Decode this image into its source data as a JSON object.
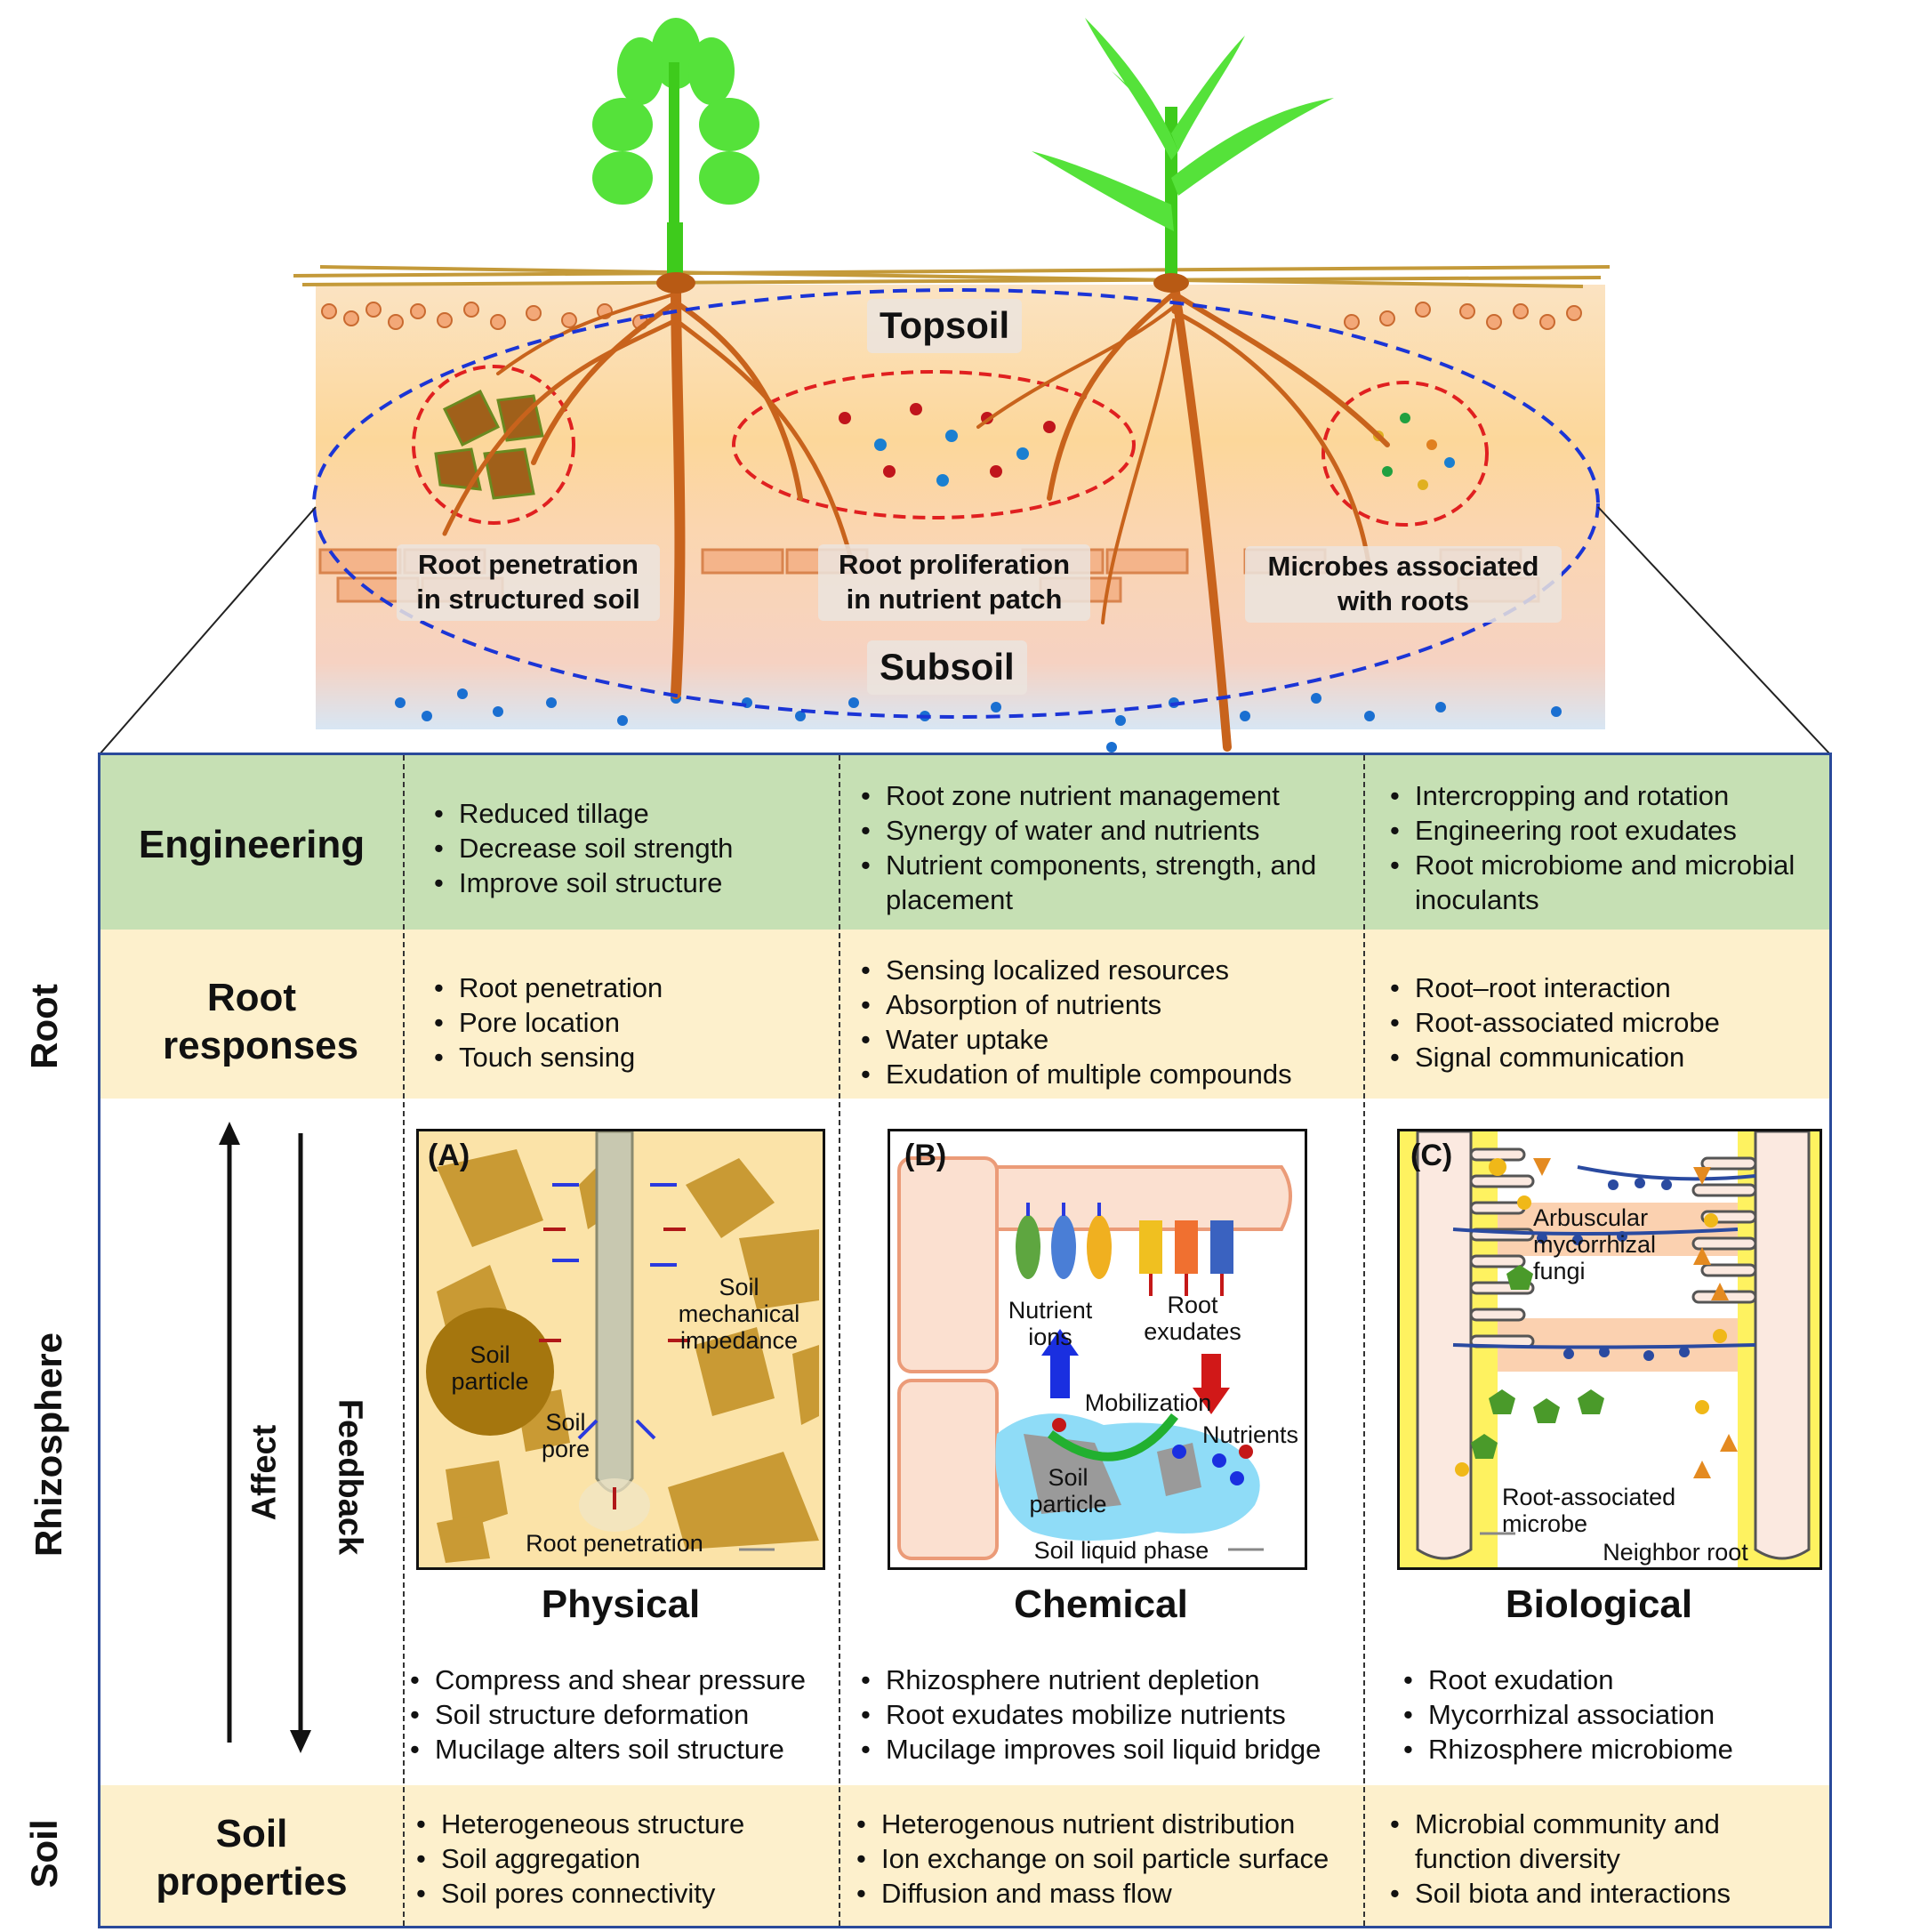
{
  "scene": {
    "topsoil": "Topsoil",
    "subsoil": "Subsoil",
    "zone_penetration": "Root penetration in structured soil",
    "zone_proliferation": "Root proliferation in nutrient patch",
    "zone_microbes": "Microbes associated with roots"
  },
  "side_labels": {
    "root": "Root",
    "rhizosphere": "Rhizosphere",
    "soil": "Soil"
  },
  "arrows": {
    "affect": "Affect",
    "feedback": "Feedback"
  },
  "rows": {
    "engineering": {
      "title": "Engineering",
      "physical": [
        "Reduced tillage",
        "Decrease soil strength",
        "Improve soil structure"
      ],
      "chemical": [
        "Root zone nutrient management",
        "Synergy of water and nutrients",
        "Nutrient components, strength, and placement"
      ],
      "biological": [
        "Intercropping and rotation",
        "Engineering root exudates",
        "Root microbiome and microbial inoculants"
      ]
    },
    "root_responses": {
      "title": "Root responses",
      "physical": [
        "Root penetration",
        "Pore location",
        "Touch sensing"
      ],
      "chemical": [
        "Sensing localized resources",
        "Absorption of nutrients",
        "Water uptake",
        "Exudation of multiple compounds"
      ],
      "biological": [
        "Root–root interaction",
        "Root-associated microbe",
        "Signal communication"
      ]
    },
    "rhizosphere": {
      "physical": [
        "Compress and shear pressure",
        "Soil structure deformation",
        "Mucilage alters soil structure"
      ],
      "chemical": [
        "Rhizosphere nutrient depletion",
        "Root exudates mobilize nutrients",
        "Mucilage improves soil liquid bridge"
      ],
      "biological": [
        "Root exudation",
        "Mycorrhizal association",
        "Rhizosphere microbiome"
      ]
    },
    "soil_properties": {
      "title": "Soil properties",
      "physical": [
        "Heterogeneous structure",
        "Soil aggregation",
        "Soil pores connectivity"
      ],
      "chemical": [
        "Heterogenous nutrient distribution",
        "Ion exchange on soil particle surface",
        "Diffusion and mass flow"
      ],
      "biological": [
        "Microbial community and function diversity",
        "Soil biota and interactions"
      ]
    }
  },
  "columns": {
    "physical": "Physical",
    "chemical": "Chemical",
    "biological": "Biological"
  },
  "panels": {
    "a": {
      "label": "(A)",
      "soil_particle": "Soil particle",
      "soil_pore": "Soil pore",
      "impedance": "Soil mechanical impedance",
      "penetration": "Root penetration"
    },
    "b": {
      "label": "(B)",
      "nutrient_ions": "Nutrient ions",
      "root_exudates": "Root exudates",
      "mobilization": "Mobilization",
      "nutrients": "Nutrients",
      "soil_particle": "Soil particle",
      "liquid_phase": "Soil liquid phase"
    },
    "c": {
      "label": "(C)",
      "amf": "Arbuscular mycorrhizal fungi",
      "microbe": "Root-associated microbe",
      "neighbor": "Neighbor root"
    }
  },
  "colors": {
    "engineering_band": "#c6e0b4",
    "root_band": "#fdf0cc",
    "soil_band": "#fdf0cc",
    "frame": "#2a4a9a",
    "root": "#c8631c",
    "leaf": "#55e23a"
  }
}
